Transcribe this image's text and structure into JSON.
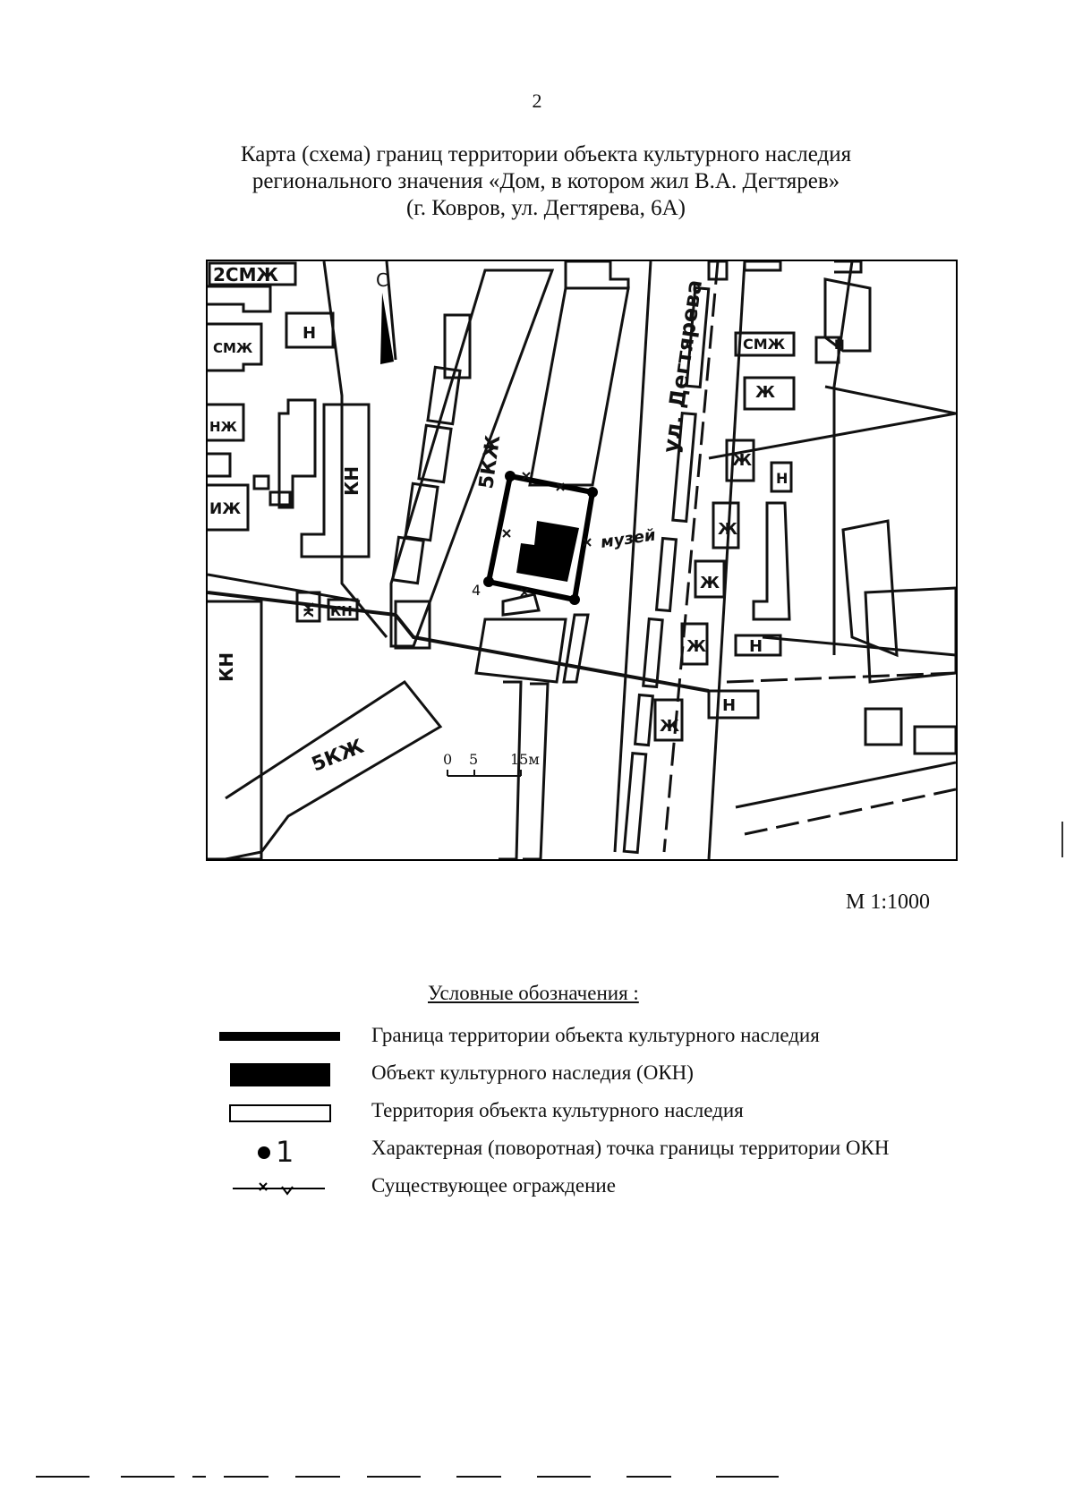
{
  "page_number": "2",
  "title": {
    "line1": "Карта (схема) границ территории объекта культурного наследия",
    "line2": "регионального значения «Дом, в котором жил В.А. Дегтярев»",
    "line3": "(г. Ковров, ул. Дегтярева, 6А)"
  },
  "map": {
    "north_label": "С",
    "street_label": "ул. Дегтярева",
    "museum_label": "музей",
    "point_label": "4",
    "labels": {
      "l_2smzh": "2СМЖ",
      "l_smzh_left": "СМЖ",
      "l_n_top": "Н",
      "l_zh_left": "НЖ",
      "l_izh": "ИЖ",
      "l_kn_left": "КН",
      "l_5kzh": "5КЖ",
      "l_smzh_right": "СМЖ",
      "l_zh_r1": "Ж",
      "l_zh_r2": "Ж",
      "l_zh_r3": "Ж",
      "l_zh_r4": "Ж",
      "l_zh_r5": "Ж",
      "l_zh_r6": "Ж",
      "l_n_r": "Н",
      "l_n_r2": "Н",
      "l_n_box": "Н",
      "l_zh_kn1": "Ж",
      "l_kn_small": "КН",
      "l_kn_bottom": "КН",
      "l_5kzh_bottom": "5КЖ",
      "l_n_right_top": "Н"
    },
    "scale_bar": {
      "t0": "0",
      "t5": "5",
      "t15": "15м"
    }
  },
  "scale": "М 1:1000",
  "legend": {
    "heading": "Условные обозначения :",
    "items": [
      {
        "symbol": "boundary-line",
        "text": "Граница территории объекта культурного наследия"
      },
      {
        "symbol": "okn-filled",
        "text": "Объект культурного наследия (ОКН)"
      },
      {
        "symbol": "territory-outline",
        "text": "Территория объекта культурного наследия"
      },
      {
        "symbol": "turning-point",
        "symbol_label": "1",
        "text": "Характерная (поворотная) точка границы территории ОКН"
      },
      {
        "symbol": "fence",
        "text": "Существующее ограждение"
      }
    ]
  }
}
